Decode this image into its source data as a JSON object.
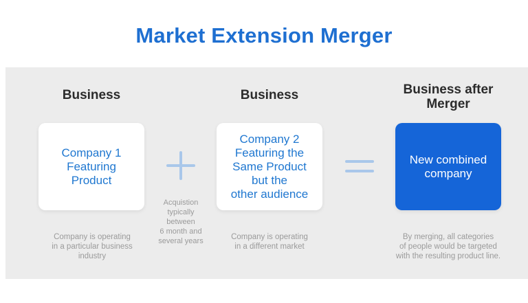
{
  "title": "Market Extension Merger",
  "columns": [
    {
      "heading": "Business",
      "card_text": "Company 1\nFeaturing\nProduct",
      "caption": "Company is operating\nin a particular business\nindustry"
    },
    {
      "heading": "Business",
      "card_text": "Company 2\nFeaturing the\nSame  Product\nbut the\nother audience",
      "caption": "Company is operating\nin a different market"
    },
    {
      "heading": "Business after\nMerger",
      "card_text": "New combined\ncompany",
      "caption": "By merging, all categories\nof people would be targeted\nwith the resulting product line."
    }
  ],
  "operators": {
    "plus_icon": "plus-icon",
    "plus_caption": "Acquistion\ntypically\nbetween\n6 month and\nseveral years",
    "equals_icon": "equals-icon"
  },
  "colors": {
    "accent": "#1e6fd1",
    "card_text": "#1f77d0",
    "dark_card": "#1565d8",
    "panel": "#ececec",
    "operator": "#a9c7ea",
    "caption": "#9a9a9a"
  }
}
